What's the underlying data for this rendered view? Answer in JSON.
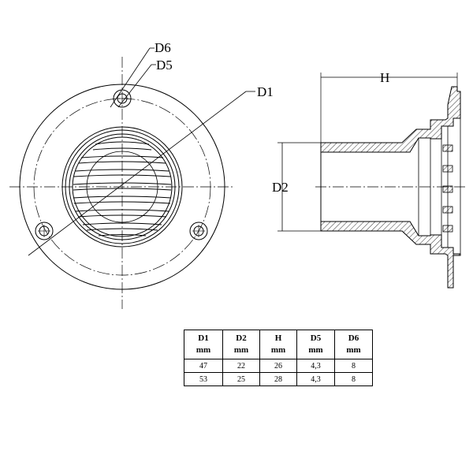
{
  "labels": {
    "d6": "D6",
    "d5": "D5",
    "d1": "D1",
    "d2": "D2",
    "h": "H"
  },
  "table": {
    "headers": [
      {
        "name": "D1",
        "unit": "mm"
      },
      {
        "name": "D2",
        "unit": "mm"
      },
      {
        "name": "H",
        "unit": "mm"
      },
      {
        "name": "D5",
        "unit": "mm"
      },
      {
        "name": "D6",
        "unit": "mm"
      }
    ],
    "rows": [
      [
        "47",
        "22",
        "26",
        "4,3",
        "8"
      ],
      [
        "53",
        "25",
        "28",
        "4,3",
        "8"
      ]
    ]
  }
}
